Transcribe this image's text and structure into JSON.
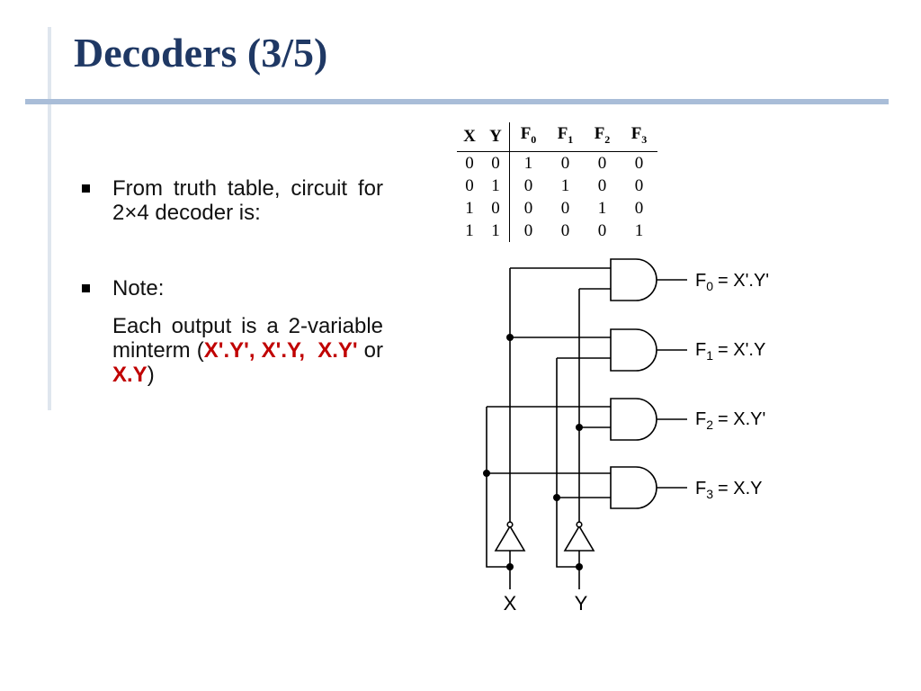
{
  "slide": {
    "title": "Decoders (3/5)"
  },
  "bullets": {
    "b1": "From truth table, circuit for 2×4 decoder is:",
    "b2": "Note:",
    "note": {
      "pre": "Each output is a 2-variable minterm (",
      "m1": "X'.Y',",
      "m2": "X'.Y,",
      "m3": "X.Y'",
      "or": "or",
      "m4": "X.Y",
      "post": ")"
    }
  },
  "truth_table": {
    "headers": [
      {
        "base": "X",
        "sub": ""
      },
      {
        "base": "Y",
        "sub": ""
      },
      {
        "base": "F",
        "sub": "0"
      },
      {
        "base": "F",
        "sub": "1"
      },
      {
        "base": "F",
        "sub": "2"
      },
      {
        "base": "F",
        "sub": "3"
      }
    ],
    "rows": [
      [
        "0",
        "0",
        "1",
        "0",
        "0",
        "0"
      ],
      [
        "0",
        "1",
        "0",
        "1",
        "0",
        "0"
      ],
      [
        "1",
        "0",
        "0",
        "0",
        "1",
        "0"
      ],
      [
        "1",
        "1",
        "0",
        "0",
        "0",
        "1"
      ]
    ]
  },
  "circuit": {
    "inputs": [
      "X",
      "Y"
    ],
    "outputs": [
      {
        "name": "F",
        "sub": "0",
        "expr": "= X'.Y'"
      },
      {
        "name": "F",
        "sub": "1",
        "expr": "= X'.Y"
      },
      {
        "name": "F",
        "sub": "2",
        "expr": "= X.Y'"
      },
      {
        "name": "F",
        "sub": "3",
        "expr": "= X.Y"
      }
    ]
  }
}
